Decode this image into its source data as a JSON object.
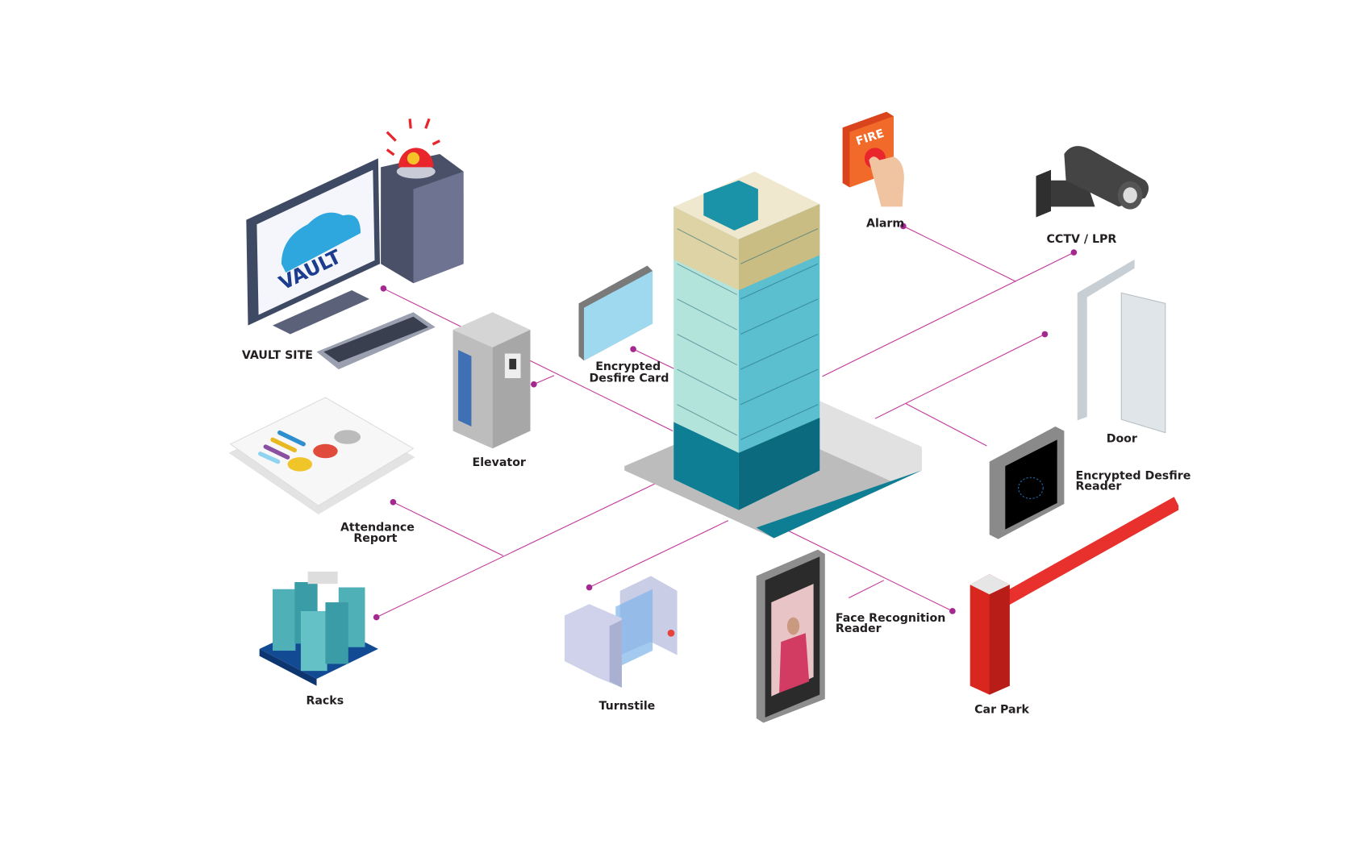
{
  "diagram": {
    "labels": {
      "vault_site": "VAULT SITE",
      "vault_logo": "VAULT",
      "elevator": "Elevator",
      "card_line1": "Encrypted",
      "card_line2": "Desfire Card",
      "attendance_line1": "Attendance",
      "attendance_line2": "Report",
      "racks": "Racks",
      "turnstile": "Turnstile",
      "alarm": "Alarm",
      "alarm_sign": "FIRE",
      "cctv": "CCTV / LPR",
      "door": "Door",
      "reader_line1": "Encrypted Desfire",
      "reader_line2": "Reader",
      "face_line1": "Face Recognition",
      "face_line2": "Reader",
      "car_park": "Car Park"
    },
    "colors": {
      "connector": "#c2379a",
      "building_teal": "#0e7e94",
      "building_light": "#7fd0d4",
      "building_sand": "#ddd3a4"
    }
  }
}
